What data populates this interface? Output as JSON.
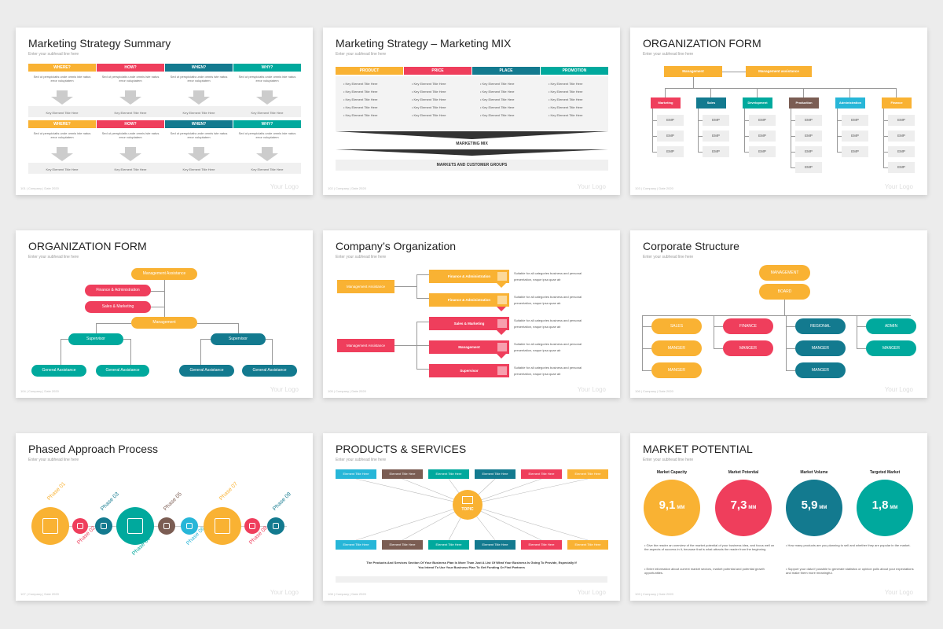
{
  "common": {
    "subhead": "Enter your subhead line here",
    "footer": "| Company | Date 2020",
    "logo": "Your Logo"
  },
  "slide1": {
    "title": "Marketing Strategy Summary",
    "num": "101",
    "headers": [
      "WHERE?",
      "HOW?",
      "WHEN?",
      "WHY?"
    ],
    "body": "Sed ut perspiciatis unde omnis iste natus error voluptatem",
    "element": "Key Element Title Here"
  },
  "slide2": {
    "title": "Marketing Strategy – Marketing MIX",
    "num": "102",
    "headers": [
      "PRODUCT",
      "PRICE",
      "PLACE",
      "PROMOTION"
    ],
    "bullet": "Key Element Title Here",
    "mix": "MARKETING MIX",
    "markets": "MARKETS AND CUSTOMER GROUPS"
  },
  "slide3": {
    "title": "ORGANIZATION FORM",
    "num": "103",
    "top": [
      "Management",
      "Management assistance"
    ],
    "depts": [
      "Marketing",
      "Sales",
      "Development",
      "Production",
      "Administration",
      "Finance"
    ],
    "emp": "EMP"
  },
  "slide4": {
    "title": "ORGANIZATION FORM",
    "num": "104",
    "mgmt_asst": "Management Assistance",
    "fin": "Finance & Administration",
    "sales": "Sales & Marketing",
    "mgmt": "Management",
    "supervisor": "Supervisor",
    "general": "General Assistance"
  },
  "slide5": {
    "title": "Company’s Organization",
    "num": "105",
    "mgmt_asst": "Management Assistance",
    "items": [
      "Finance & Administration",
      "Finance & Administration",
      "Sales & Marketing",
      "Management",
      "Supervisor"
    ],
    "desc1": "Suitable for all categories business and personal",
    "desc2": "presentation, eaque ipsa quae ab"
  },
  "slide6": {
    "title": "Corporate Structure",
    "num": "106",
    "management": "MANAGEMENT",
    "board": "BOARD",
    "cols": [
      "SALES",
      "FINANCE",
      "REGIONAL",
      "ADMIN"
    ],
    "manger": "MANGER"
  },
  "slide7": {
    "title": "Phased Approach Process",
    "num": "107",
    "phases": [
      "Phase 01",
      "Phase 02",
      "Phase 03",
      "Phase 04",
      "Phase 05",
      "Phase 06",
      "Phase 07",
      "Phase 08",
      "Phase 09"
    ]
  },
  "slide8": {
    "title": "PRODUCTS & SERVICES",
    "num": "108",
    "element": "Element Title Here",
    "topic": "TOPIC",
    "caption1": "The Products And Services Section Of Your Business Plan Is More Than Just A List Of What Your Business Is Going To Provide, Especially If",
    "caption2": "You Intend To Use Your Business Plan To Get Funding Or Find Partners"
  },
  "slide9": {
    "title": "MARKET POTENTIAL",
    "num": "109",
    "labels": [
      "Market Capacity",
      "Market Potential",
      "Market Volume",
      "Targeted Market"
    ],
    "values": [
      "9,1",
      "7,3",
      "5,9",
      "1,8"
    ],
    "unit": "MM",
    "b1": "Give the reader an overview of the market potential of your business idea, and focus well on the aspects of success in it, because that is what attracts the reader from the beginning",
    "b2": "Enter information about current market sectors, market potential and potential growth opportunities.",
    "b3": "How many products are you planning to sell and whether they are popular in the market.",
    "b4": "Support your data if possible to generate statistics or opinion polls about your expectations and make them more meaningful."
  }
}
